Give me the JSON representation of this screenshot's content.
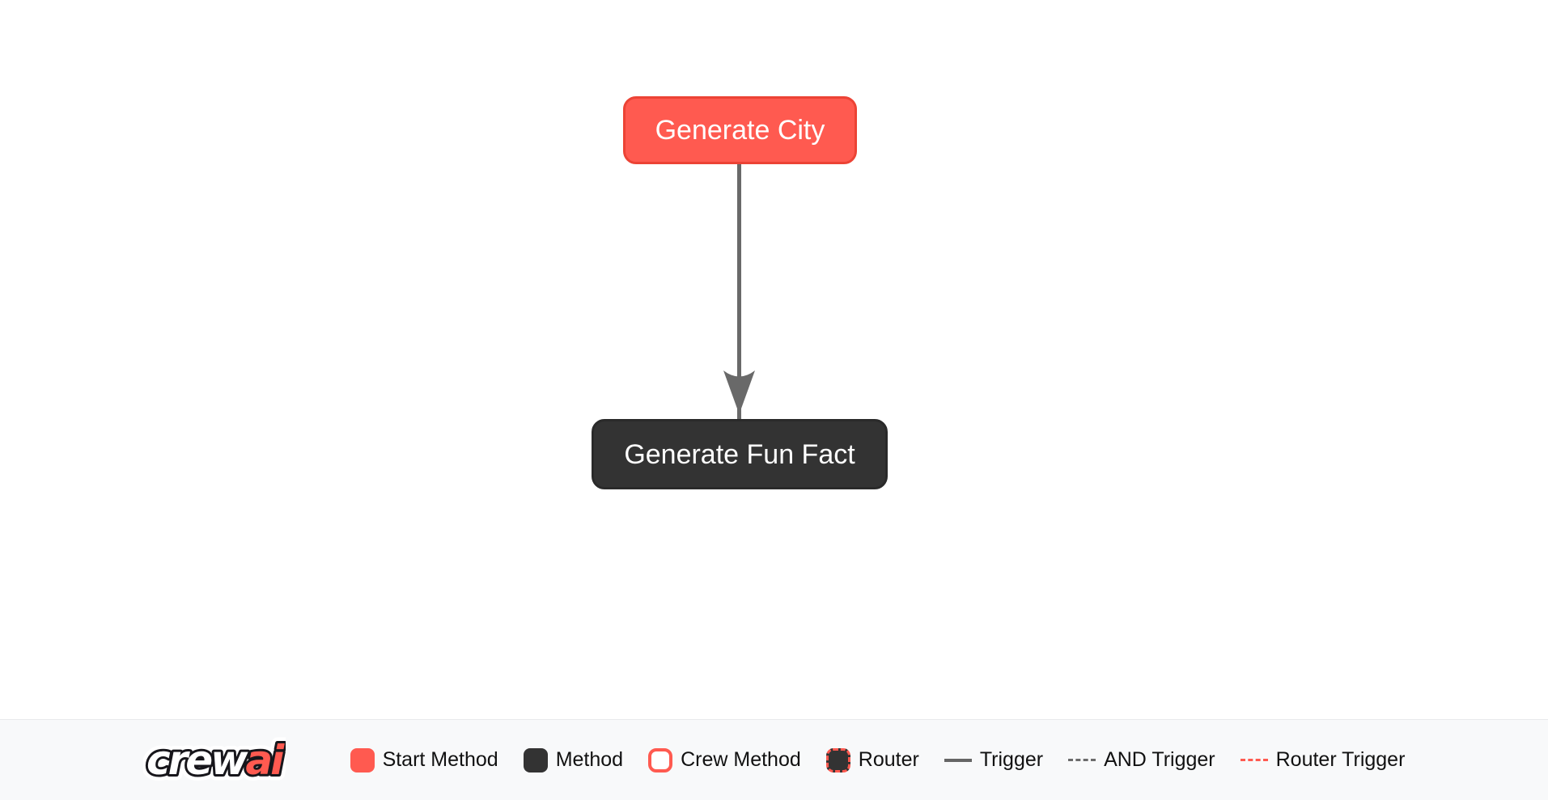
{
  "flow": {
    "nodes": [
      {
        "label": "Generate City",
        "type": "start_method"
      },
      {
        "label": "Generate Fun Fact",
        "type": "method"
      }
    ],
    "edges": [
      {
        "from": "Generate City",
        "to": "Generate Fun Fact",
        "type": "trigger"
      }
    ]
  },
  "legend": {
    "logo": {
      "crew": "crew",
      "ai": "ai",
      "full": "crewai"
    },
    "items": [
      {
        "label": "Start Method"
      },
      {
        "label": "Method"
      },
      {
        "label": "Crew Method"
      },
      {
        "label": "Router"
      },
      {
        "label": "Trigger"
      },
      {
        "label": "AND Trigger"
      },
      {
        "label": "Router Trigger"
      }
    ]
  },
  "colors": {
    "start_method": "#FF5A50",
    "start_method_border": "#EC4335",
    "method": "#333333",
    "edge": "#696969",
    "router_border": "#FF5A50",
    "legend_background": "#F8F9FA",
    "node_text": "#FFFFFF",
    "legend_text": "#111111"
  }
}
